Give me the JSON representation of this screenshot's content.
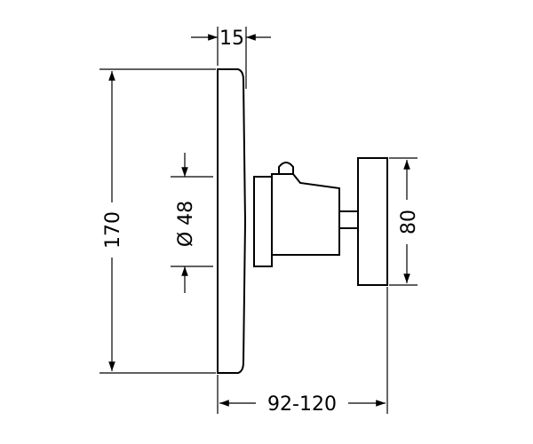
{
  "dimensions": {
    "top_thickness": "15",
    "overall_height": "170",
    "bore_diameter": "Ø 48",
    "handle_height": "80",
    "projection": "92-120"
  },
  "colors": {
    "line": "#000000",
    "background": "#ffffff"
  },
  "icons": {
    "arrowhead": "arrowhead-icon"
  }
}
